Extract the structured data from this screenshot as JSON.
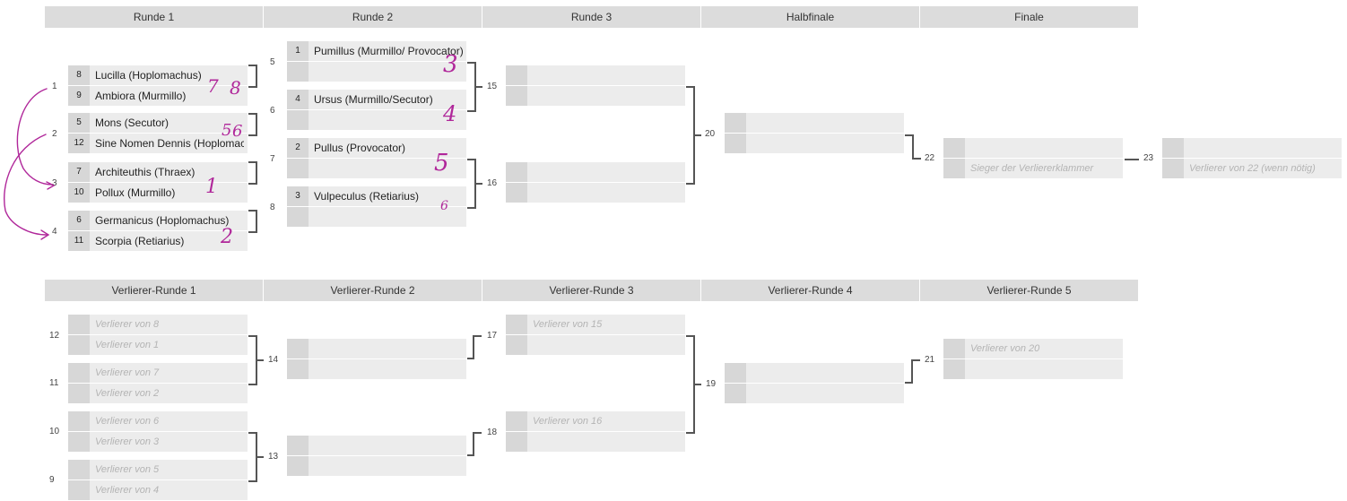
{
  "headers": [
    "Runde 1",
    "Runde 2",
    "Runde 3",
    "Halbfinale",
    "Finale"
  ],
  "loser_headers": [
    "Verlierer-Runde 1",
    "Verlierer-Runde 2",
    "Verlierer-Runde 3",
    "Verlierer-Runde 4",
    "Verlierer-Runde 5"
  ],
  "round1": [
    {
      "num": "1",
      "slots": [
        {
          "seed": "8",
          "name": "Lucilla (Hoplomachus)"
        },
        {
          "seed": "9",
          "name": "Ambiora (Murmillo)"
        }
      ]
    },
    {
      "num": "2",
      "slots": [
        {
          "seed": "5",
          "name": "Mons (Secutor)"
        },
        {
          "seed": "12",
          "name": "Sine Nomen Dennis (Hoplomachus)"
        }
      ]
    },
    {
      "num": "3",
      "slots": [
        {
          "seed": "7",
          "name": "Architeuthis (Thraex)"
        },
        {
          "seed": "10",
          "name": "Pollux (Murmillo)"
        }
      ]
    },
    {
      "num": "4",
      "slots": [
        {
          "seed": "6",
          "name": "Germanicus (Hoplomachus)"
        },
        {
          "seed": "11",
          "name": "Scorpia (Retiarius)"
        }
      ]
    }
  ],
  "round2": [
    {
      "num": "5",
      "slots": [
        {
          "seed": "1",
          "name": "Pumillus (Murmillo/ Provocator)"
        },
        {
          "seed": "",
          "name": ""
        }
      ]
    },
    {
      "num": "6",
      "slots": [
        {
          "seed": "4",
          "name": "Ursus (Murmillo/Secutor)"
        },
        {
          "seed": "",
          "name": ""
        }
      ]
    },
    {
      "num": "7",
      "slots": [
        {
          "seed": "2",
          "name": "Pullus (Provocator)"
        },
        {
          "seed": "",
          "name": ""
        }
      ]
    },
    {
      "num": "8",
      "slots": [
        {
          "seed": "3",
          "name": "Vulpeculus (Retiarius)"
        },
        {
          "seed": "",
          "name": ""
        }
      ]
    }
  ],
  "round3": [
    {
      "num": "15",
      "slots": [
        {
          "seed": "",
          "name": ""
        },
        {
          "seed": "",
          "name": ""
        }
      ]
    },
    {
      "num": "16",
      "slots": [
        {
          "seed": "",
          "name": ""
        },
        {
          "seed": "",
          "name": ""
        }
      ]
    }
  ],
  "semifinal": [
    {
      "num": "20",
      "slots": [
        {
          "seed": "",
          "name": ""
        },
        {
          "seed": "",
          "name": ""
        }
      ]
    }
  ],
  "final": [
    {
      "num": "22",
      "slots": [
        {
          "seed": "",
          "name": ""
        },
        {
          "seed": "",
          "name": "Sieger der Verliererklammer"
        }
      ]
    },
    {
      "num": "23",
      "slots": [
        {
          "seed": "",
          "name": ""
        },
        {
          "seed": "",
          "name": "Verlierer von 22 (wenn nötig)"
        }
      ]
    }
  ],
  "lround1": [
    {
      "num": "12",
      "slots": [
        {
          "seed": "",
          "name": "Verlierer von 8"
        },
        {
          "seed": "",
          "name": "Verlierer von 1"
        }
      ]
    },
    {
      "num": "11",
      "slots": [
        {
          "seed": "",
          "name": "Verlierer von 7"
        },
        {
          "seed": "",
          "name": "Verlierer von 2"
        }
      ]
    },
    {
      "num": "10",
      "slots": [
        {
          "seed": "",
          "name": "Verlierer von 6"
        },
        {
          "seed": "",
          "name": "Verlierer von 3"
        }
      ]
    },
    {
      "num": "9",
      "slots": [
        {
          "seed": "",
          "name": "Verlierer von 5"
        },
        {
          "seed": "",
          "name": "Verlierer von 4"
        }
      ]
    }
  ],
  "lround2": [
    {
      "num": "14",
      "slots": [
        {
          "seed": "",
          "name": ""
        },
        {
          "seed": "",
          "name": ""
        }
      ]
    },
    {
      "num": "13",
      "slots": [
        {
          "seed": "",
          "name": ""
        },
        {
          "seed": "",
          "name": ""
        }
      ]
    }
  ],
  "lround3": [
    {
      "num": "17",
      "slots": [
        {
          "seed": "",
          "name": "Verlierer von 15"
        },
        {
          "seed": "",
          "name": ""
        }
      ]
    },
    {
      "num": "18",
      "slots": [
        {
          "seed": "",
          "name": "Verlierer von 16"
        },
        {
          "seed": "",
          "name": ""
        }
      ]
    }
  ],
  "lround4": [
    {
      "num": "19",
      "slots": [
        {
          "seed": "",
          "name": ""
        },
        {
          "seed": "",
          "name": ""
        }
      ]
    }
  ],
  "lround5": [
    {
      "num": "21",
      "slots": [
        {
          "seed": "",
          "name": "Verlierer von 20"
        },
        {
          "seed": "",
          "name": ""
        }
      ]
    }
  ],
  "annotations": [
    "7",
    "8",
    "5",
    "6",
    "1",
    "2",
    "3",
    "4",
    "5",
    "6"
  ],
  "colors": {
    "ink": "#b0279a",
    "header": "#dcdcdc",
    "slot": "#ececec",
    "seed": "#d7d7d7",
    "line": "#555555"
  }
}
